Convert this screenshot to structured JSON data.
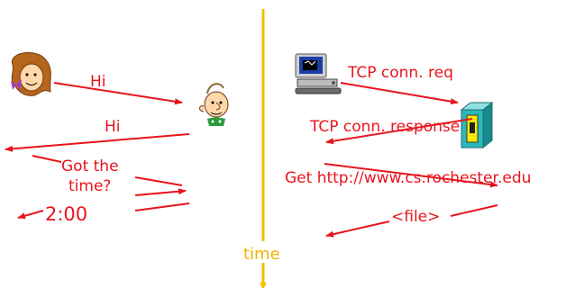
{
  "colors": {
    "message_arrow": "#e8141c",
    "time_axis": "#f2c000",
    "server": "#1fa4a8",
    "server_slot": "#ffe700"
  },
  "human_protocol": {
    "left_person_icon": "woman-face-icon",
    "right_person_icon": "man-face-icon",
    "messages": [
      "Hi",
      "Hi",
      "Got the",
      "time?",
      "2:00"
    ]
  },
  "network_protocol": {
    "client_icon": "computer-icon",
    "server_icon": "server-icon",
    "messages": [
      "TCP conn. req",
      "TCP conn. response",
      "Get http://www.cs.rochester.edu",
      "<file>"
    ]
  },
  "axis": {
    "label": "time"
  }
}
